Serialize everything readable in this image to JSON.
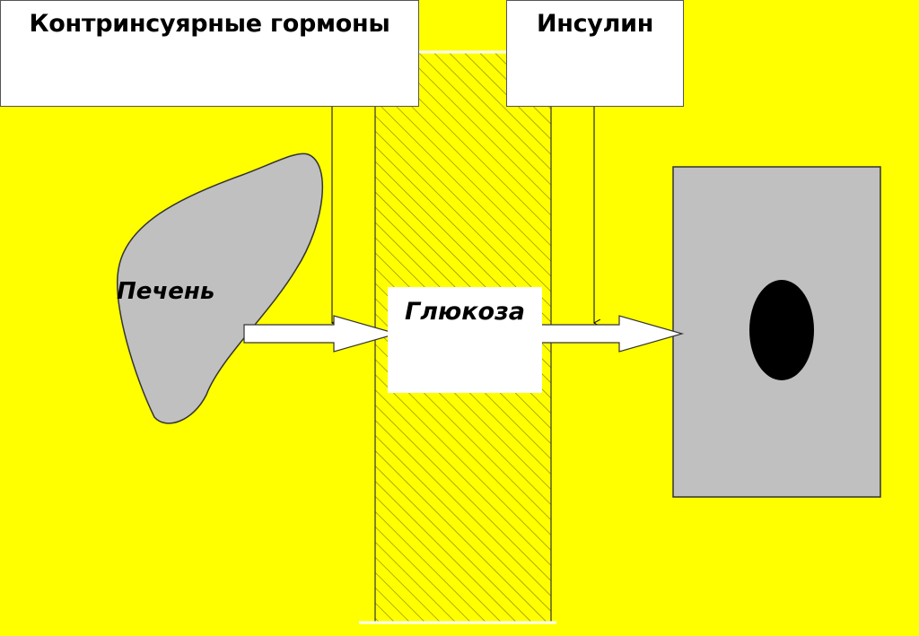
{
  "colors": {
    "background": "#ffff00",
    "organ_fill": "#c0c0c0",
    "nucleus": "#000000",
    "hatch": "#7a7a00"
  },
  "hormones": {
    "counter_insular": "Контринсуярные гормоны",
    "insulin": "Инсулин"
  },
  "liver": {
    "label": "Печень"
  },
  "blood": {
    "glucose_label": "Глюкоза"
  }
}
